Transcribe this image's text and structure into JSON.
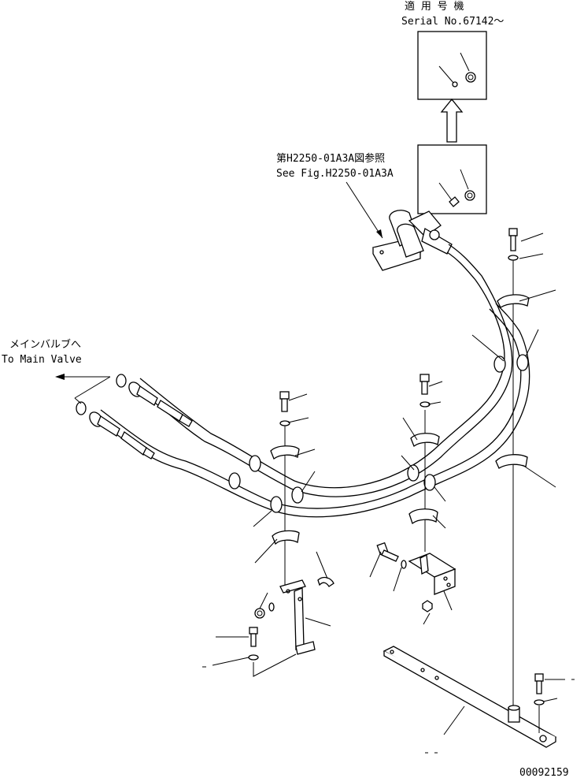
{
  "serial_note": {
    "line1": "適 用 号 機",
    "line2": "Serial No.67142～"
  },
  "ref_note": {
    "line1": "第H2250-01A3A図参照",
    "line2": "See Fig.H2250-01A3A"
  },
  "main_valve_note": {
    "line1": "メインバルブへ",
    "line2": "To Main Valve"
  },
  "drawing_number": "00092159"
}
